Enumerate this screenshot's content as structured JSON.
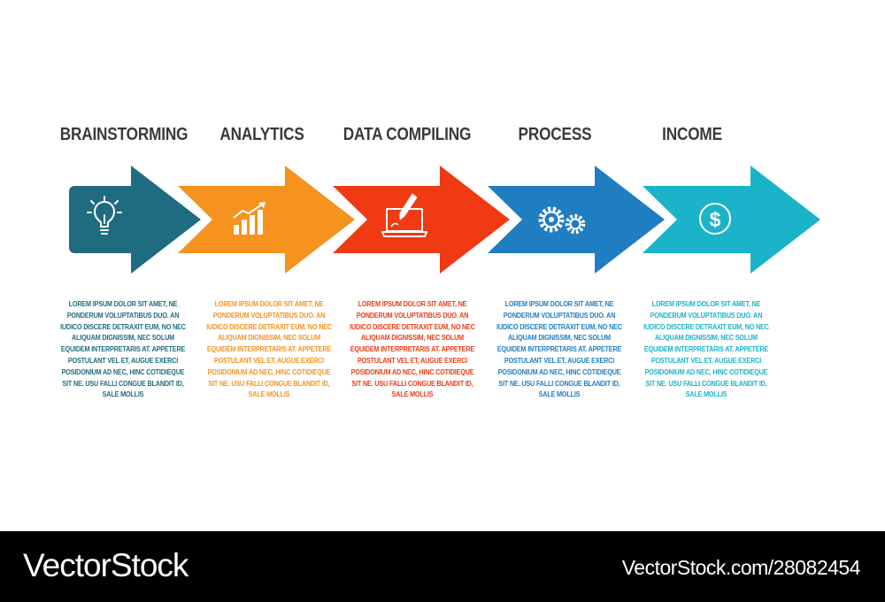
{
  "steps": [
    {
      "title": "BRAINSTORMING",
      "icon": "lightbulb-icon",
      "color": "#1f6b80",
      "body": "LOREM IPSUM DOLOR SIT AMET, NE PONDERUM VOLUPTATIBUS DUO. AN IUDICO DISCERE DETRAXIT EUM, NO NEC ALIQUAM DIGNISSIM, NEC SOLUM EQUIDEM INTERPRETARIS AT. APPETERE POSTULANT VEL ET, AUGUE EXERCI POSIDONIUM AD NEC, HINC COTIDIEQUE SIT NE. USU FALLI CONGUE BLANDIT ID, SALE MOLLIS"
    },
    {
      "title": "ANALYTICS",
      "icon": "bar-chart-icon",
      "color": "#f6921e",
      "body": "LOREM IPSUM DOLOR SIT AMET, NE PONDERUM VOLUPTATIBUS DUO. AN IUDICO DISCERE DETRAXIT EUM, NO NEC ALIQUAM DIGNISSIM, NEC SOLUM EQUIDEM INTERPRETARIS AT. APPETERE POSTULANT VEL ET, AUGUE EXERCI POSIDONIUM AD NEC, HINC COTIDIEQUE SIT NE. USU FALLI CONGUE BLANDIT ID, SALE MOLLIS"
    },
    {
      "title": "DATA COMPILING",
      "icon": "laptop-pen-icon",
      "color": "#ef3a14",
      "body": "LOREM IPSUM DOLOR SIT AMET, NE PONDERUM VOLUPTATIBUS DUO. AN IUDICO DISCERE DETRAXIT EUM, NO NEC ALIQUAM DIGNISSIM, NEC SOLUM EQUIDEM INTERPRETARIS AT. APPETERE POSTULANT VEL ET, AUGUE EXERCI POSIDONIUM AD NEC, HINC COTIDIEQUE SIT NE. USU FALLI CONGUE BLANDIT ID, SALE MOLLIS"
    },
    {
      "title": "PROCESS",
      "icon": "gears-icon",
      "color": "#1f7dc2",
      "body": "LOREM IPSUM DOLOR SIT AMET, NE PONDERUM VOLUPTATIBUS DUO. AN IUDICO DISCERE DETRAXIT EUM, NO NEC ALIQUAM DIGNISSIM, NEC SOLUM EQUIDEM INTERPRETARIS AT. APPETERE POSTULANT VEL ET, AUGUE EXERCI POSIDONIUM AD NEC, HINC COTIDIEQUE SIT NE. USU FALLI CONGUE BLANDIT ID, SALE MOLLIS"
    },
    {
      "title": "INCOME",
      "icon": "dollar-coin-icon",
      "color": "#1ab3c9",
      "body": "LOREM IPSUM DOLOR SIT AMET, NE PONDERUM VOLUPTATIBUS DUO. AN IUDICO DISCERE DETRAXIT EUM, NO NEC ALIQUAM DIGNISSIM, NEC SOLUM EQUIDEM INTERPRETARIS AT. APPETERE POSTULANT VEL ET, AUGUE EXERCI POSIDONIUM AD NEC, HINC COTIDIEQUE SIT NE. USU FALLI CONGUE BLANDIT ID, SALE MOLLIS"
    }
  ],
  "footer": {
    "brand": "VectorStock",
    "image_id": "VectorStock.com/28082454"
  },
  "colors": {
    "title_text": "#3a3a3a",
    "footer_background": "#000000",
    "footer_text": "#ffffff"
  }
}
